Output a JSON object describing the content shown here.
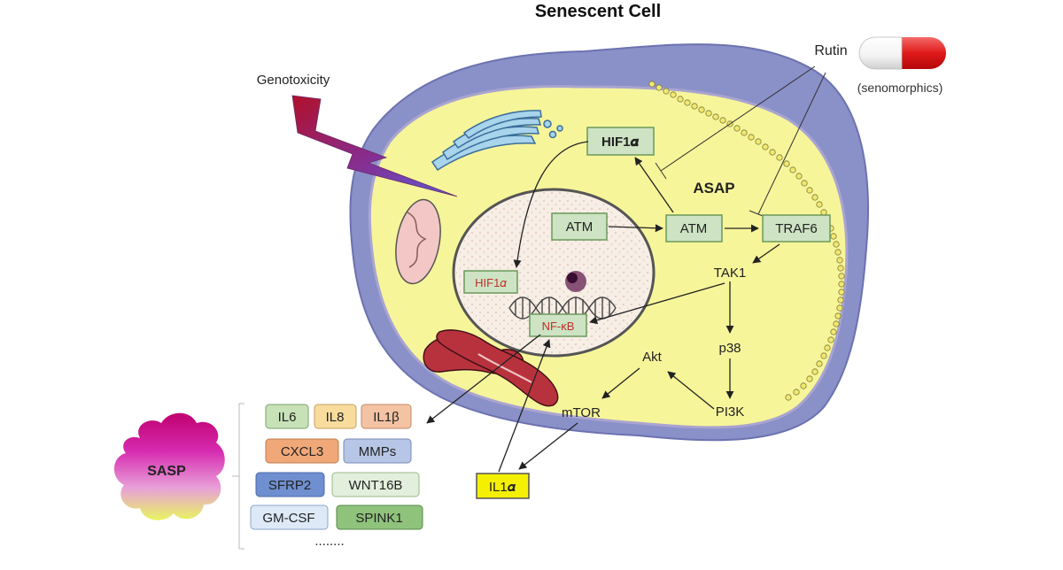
{
  "title": "Senescent Cell",
  "external": {
    "genotoxicity": "Genotoxicity",
    "rutin": "Rutin",
    "senomorphics": "(senomorphics)"
  },
  "pathway": {
    "asap": "ASAP",
    "hif1a_cyto": "HIF1𝜶",
    "atm_nucleus": "ATM",
    "atm_cyto": "ATM",
    "traf6": "TRAF6",
    "tak1": "TAK1",
    "p38": "p38",
    "pi3k": "PI3K",
    "akt": "Akt",
    "mtor": "mTOR",
    "hif1a_nucleus": "HIF1𝛼",
    "nfkb": "NF-κB",
    "il1a": "IL1𝜶"
  },
  "sasp": {
    "label": "SASP",
    "factors": [
      "IL6",
      "IL8",
      "IL1β",
      "CXCL3",
      "MMPs",
      "SFRP2",
      "WNT16B",
      "GM-CSF",
      "SPINK1"
    ],
    "more": "........"
  },
  "colors": {
    "cytoplasm": "#f7f59a",
    "membrane_outer": "#8d93c8",
    "nucleus": "#f7eee6",
    "green_box": "#cde3c3",
    "green_border": "#6a9a5a",
    "il1a_fill": "#f5f000",
    "il6": "#c8e2b8",
    "il8": "#f8dc9c",
    "il1b": "#f4c3a4",
    "cxcl3": "#f0a878",
    "mmps": "#b7c6e6",
    "sfrp2": "#6f8fd0",
    "wnt16b": "#e2efdc",
    "gmcsf": "#dde9f7",
    "spink1": "#8fc27a"
  }
}
